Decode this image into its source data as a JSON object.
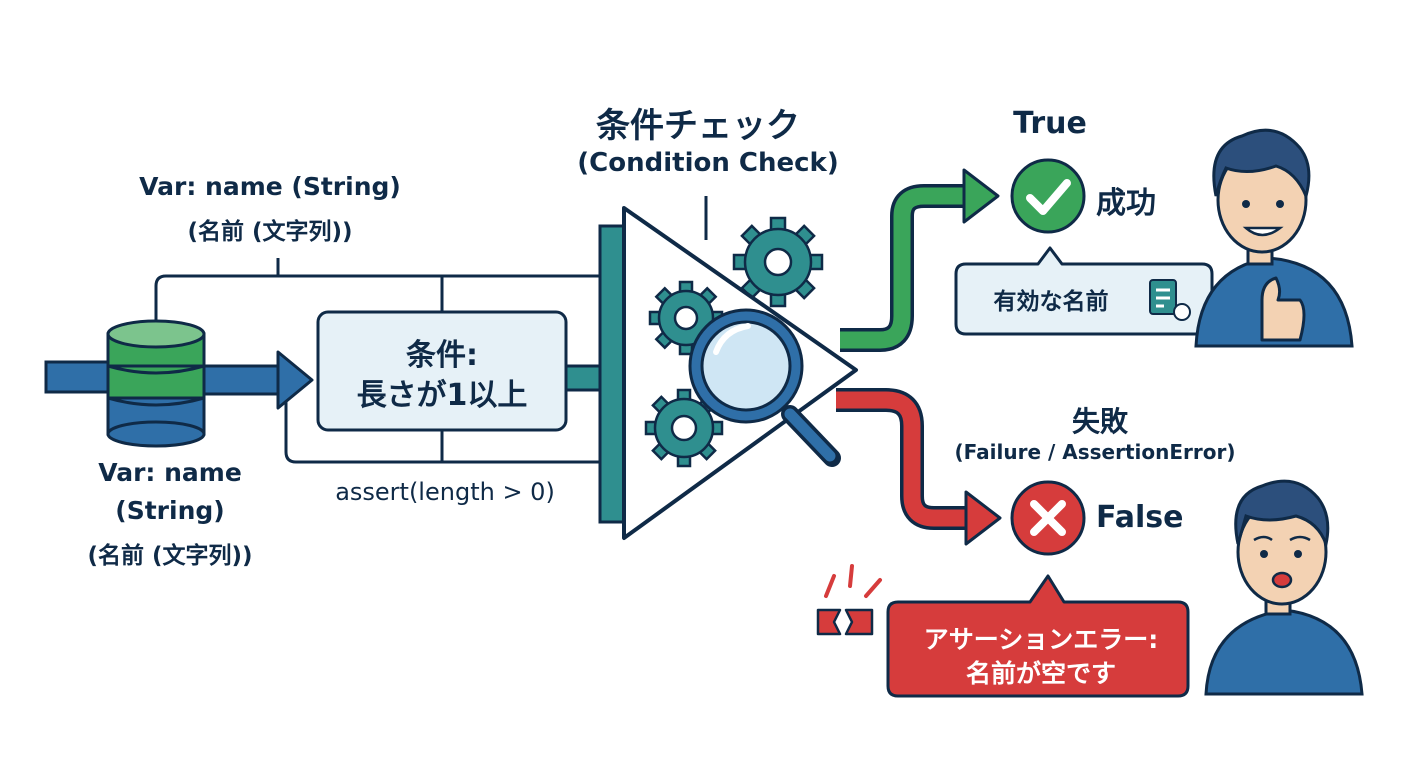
{
  "top_variable": {
    "line1": "Var: name (String)",
    "line2": "(名前 (文字列))"
  },
  "bottom_variable": {
    "line1": "Var: name",
    "line2": "(String)",
    "line3": "(名前 (文字列))"
  },
  "condition_box": {
    "line1": "条件:",
    "line2": "長さが1以上"
  },
  "assert_label": "assert(length > 0)",
  "condition_check": {
    "title_jp": "条件チェック",
    "title_en": "(Condition Check)"
  },
  "true_branch": {
    "label": "True",
    "result": "成功",
    "bubble_text": "有効な名前"
  },
  "false_branch": {
    "title_jp": "失敗",
    "title_en": "(Failure / AssertionError)",
    "label": "False",
    "bubble_line1": "アサーションエラー:",
    "bubble_line2": "名前が空です"
  },
  "colors": {
    "navy": "#0f2a47",
    "teal": "#2f8f8f",
    "green": "#3aa55a",
    "red": "#d63c3c",
    "blue": "#2f6fa8",
    "light_blue": "#e6f1f7"
  }
}
